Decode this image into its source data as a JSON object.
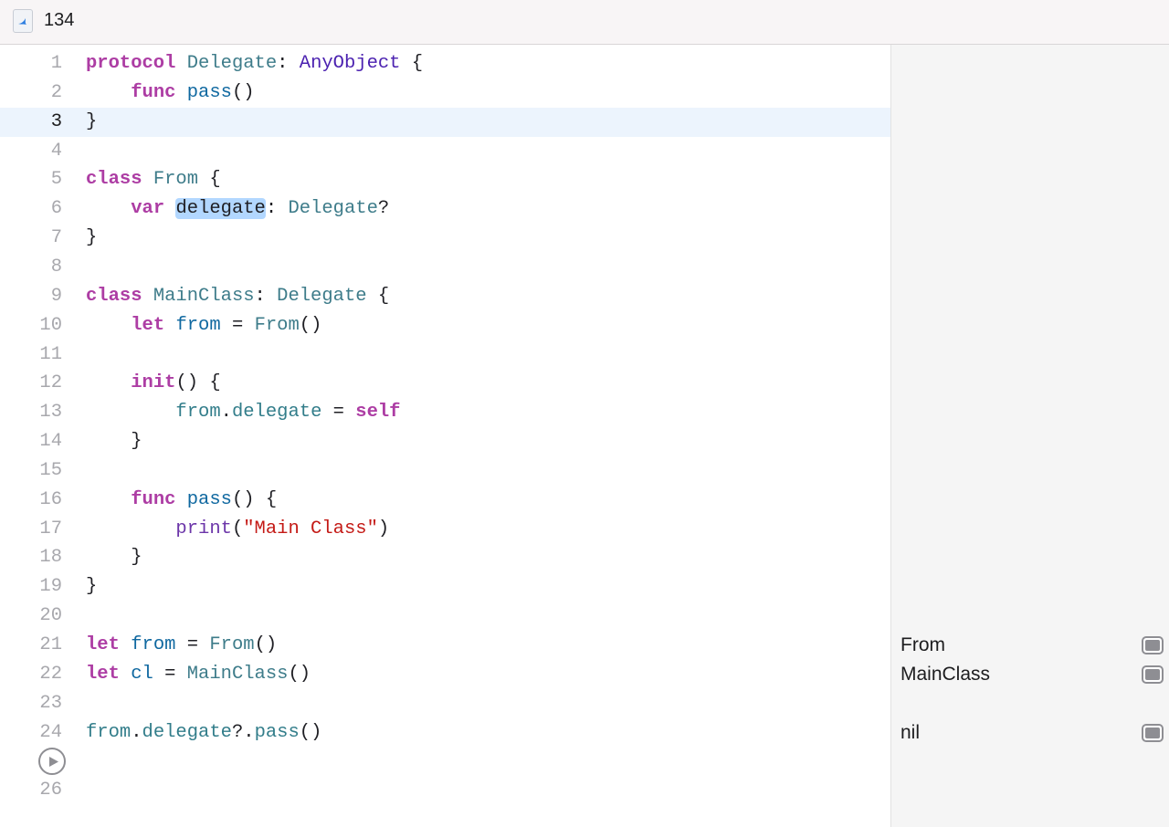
{
  "file": {
    "name": "134",
    "icon": "swift-file-icon"
  },
  "editor": {
    "current_line": 3,
    "selected_token": "delegate",
    "lines": [
      {
        "n": "1",
        "tokens": [
          {
            "t": "protocol",
            "c": "keyword"
          },
          {
            "t": " ",
            "c": "plain"
          },
          {
            "t": "Delegate",
            "c": "type"
          },
          {
            "t": ": ",
            "c": "plain"
          },
          {
            "t": "AnyObject",
            "c": "typeorig"
          },
          {
            "t": " {",
            "c": "plain"
          }
        ]
      },
      {
        "n": "2",
        "tokens": [
          {
            "t": "    ",
            "c": "plain"
          },
          {
            "t": "func",
            "c": "keyword"
          },
          {
            "t": " ",
            "c": "plain"
          },
          {
            "t": "pass",
            "c": "decl"
          },
          {
            "t": "()",
            "c": "plain"
          }
        ]
      },
      {
        "n": "3",
        "tokens": [
          {
            "t": "}",
            "c": "plain"
          }
        ]
      },
      {
        "n": "4",
        "tokens": []
      },
      {
        "n": "5",
        "tokens": [
          {
            "t": "class",
            "c": "keyword"
          },
          {
            "t": " ",
            "c": "plain"
          },
          {
            "t": "From",
            "c": "type"
          },
          {
            "t": " {",
            "c": "plain"
          }
        ]
      },
      {
        "n": "6",
        "tokens": [
          {
            "t": "    ",
            "c": "plain"
          },
          {
            "t": "var",
            "c": "keyword"
          },
          {
            "t": " ",
            "c": "plain"
          },
          {
            "t": "delegate",
            "c": "selected"
          },
          {
            "t": ": ",
            "c": "plain"
          },
          {
            "t": "Delegate",
            "c": "type"
          },
          {
            "t": "?",
            "c": "plain"
          }
        ]
      },
      {
        "n": "7",
        "tokens": [
          {
            "t": "}",
            "c": "plain"
          }
        ]
      },
      {
        "n": "8",
        "tokens": []
      },
      {
        "n": "9",
        "tokens": [
          {
            "t": "class",
            "c": "keyword"
          },
          {
            "t": " ",
            "c": "plain"
          },
          {
            "t": "MainClass",
            "c": "type"
          },
          {
            "t": ": ",
            "c": "plain"
          },
          {
            "t": "Delegate",
            "c": "type"
          },
          {
            "t": " {",
            "c": "plain"
          }
        ]
      },
      {
        "n": "10",
        "tokens": [
          {
            "t": "    ",
            "c": "plain"
          },
          {
            "t": "let",
            "c": "keyword"
          },
          {
            "t": " ",
            "c": "plain"
          },
          {
            "t": "from",
            "c": "decl"
          },
          {
            "t": " = ",
            "c": "plain"
          },
          {
            "t": "From",
            "c": "type"
          },
          {
            "t": "()",
            "c": "plain"
          }
        ]
      },
      {
        "n": "11",
        "tokens": []
      },
      {
        "n": "12",
        "tokens": [
          {
            "t": "    ",
            "c": "plain"
          },
          {
            "t": "init",
            "c": "keyword"
          },
          {
            "t": "() {",
            "c": "plain"
          }
        ]
      },
      {
        "n": "13",
        "tokens": [
          {
            "t": "        ",
            "c": "plain"
          },
          {
            "t": "from",
            "c": "ident"
          },
          {
            "t": ".",
            "c": "plain"
          },
          {
            "t": "delegate",
            "c": "ident"
          },
          {
            "t": " = ",
            "c": "plain"
          },
          {
            "t": "self",
            "c": "keyword"
          }
        ]
      },
      {
        "n": "14",
        "tokens": [
          {
            "t": "    }",
            "c": "plain"
          }
        ]
      },
      {
        "n": "15",
        "tokens": []
      },
      {
        "n": "16",
        "tokens": [
          {
            "t": "    ",
            "c": "plain"
          },
          {
            "t": "func",
            "c": "keyword"
          },
          {
            "t": " ",
            "c": "plain"
          },
          {
            "t": "pass",
            "c": "decl"
          },
          {
            "t": "() {",
            "c": "plain"
          }
        ]
      },
      {
        "n": "17",
        "tokens": [
          {
            "t": "        ",
            "c": "plain"
          },
          {
            "t": "print",
            "c": "builtin"
          },
          {
            "t": "(",
            "c": "plain"
          },
          {
            "t": "\"Main Class\"",
            "c": "string"
          },
          {
            "t": ")",
            "c": "plain"
          }
        ]
      },
      {
        "n": "18",
        "tokens": [
          {
            "t": "    }",
            "c": "plain"
          }
        ]
      },
      {
        "n": "19",
        "tokens": [
          {
            "t": "}",
            "c": "plain"
          }
        ]
      },
      {
        "n": "20",
        "tokens": []
      },
      {
        "n": "21",
        "tokens": [
          {
            "t": "let",
            "c": "keyword"
          },
          {
            "t": " ",
            "c": "plain"
          },
          {
            "t": "from",
            "c": "decl"
          },
          {
            "t": " = ",
            "c": "plain"
          },
          {
            "t": "From",
            "c": "type"
          },
          {
            "t": "()",
            "c": "plain"
          }
        ]
      },
      {
        "n": "22",
        "tokens": [
          {
            "t": "let",
            "c": "keyword"
          },
          {
            "t": " ",
            "c": "plain"
          },
          {
            "t": "cl",
            "c": "decl"
          },
          {
            "t": " = ",
            "c": "plain"
          },
          {
            "t": "MainClass",
            "c": "type"
          },
          {
            "t": "()",
            "c": "plain"
          }
        ]
      },
      {
        "n": "23",
        "tokens": []
      },
      {
        "n": "24",
        "tokens": [
          {
            "t": "from",
            "c": "ident"
          },
          {
            "t": ".",
            "c": "plain"
          },
          {
            "t": "delegate",
            "c": "ident"
          },
          {
            "t": "?.",
            "c": "plain"
          },
          {
            "t": "pass",
            "c": "ident"
          },
          {
            "t": "()",
            "c": "plain"
          }
        ]
      },
      {
        "n": "",
        "run_button": true,
        "tokens": []
      },
      {
        "n": "26",
        "tokens": []
      }
    ]
  },
  "results": [
    {
      "line": 21,
      "value": "From"
    },
    {
      "line": 22,
      "value": "MainClass"
    },
    {
      "line": 24,
      "value": "nil"
    }
  ],
  "icons": {
    "run": "play-circle-icon",
    "quick_look": "quick-look-icon"
  },
  "colors": {
    "keyword": "#ad3da4",
    "type": "#3e7c8a",
    "declaration": "#0f68a0",
    "string": "#c41a16",
    "current_line_bg": "#ecf4fd",
    "selection_bg": "#b2d7ff"
  }
}
